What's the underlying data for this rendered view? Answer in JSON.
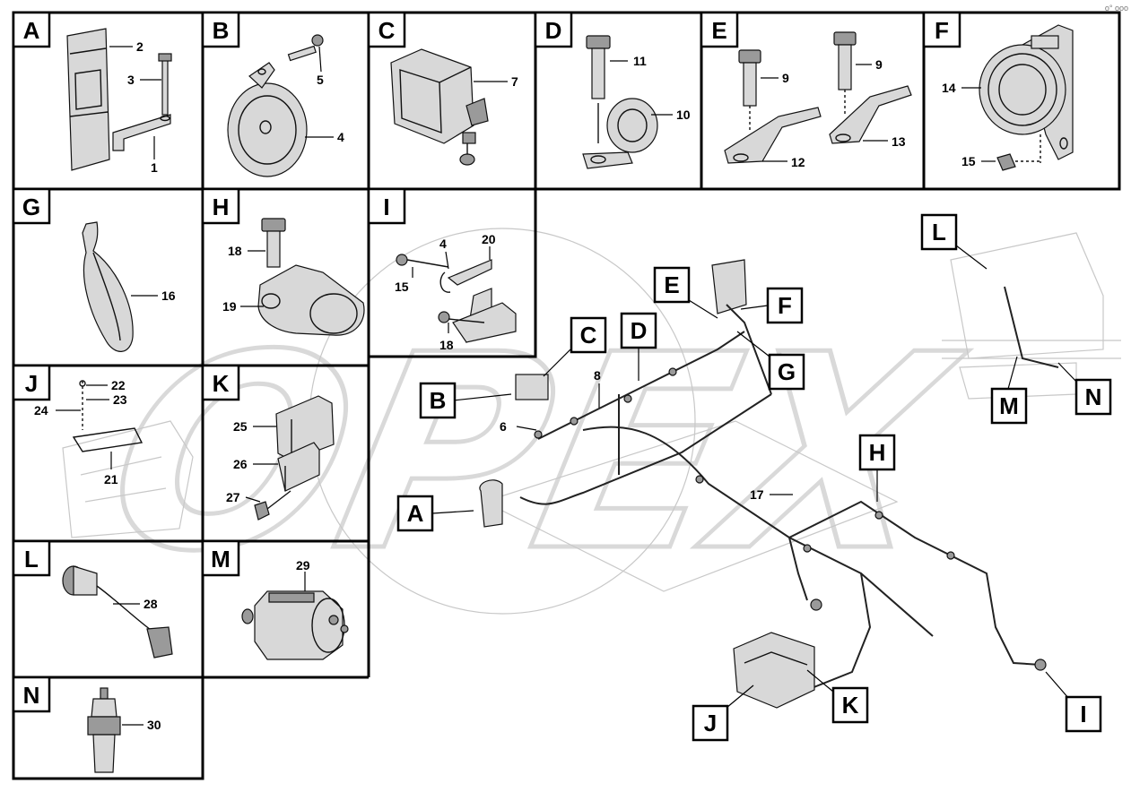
{
  "watermark": "OPEX",
  "corner_mark": "o° ooo",
  "panels": [
    {
      "letter": "A",
      "parts": [
        "2",
        "3",
        "1"
      ]
    },
    {
      "letter": "B",
      "parts": [
        "5",
        "4"
      ]
    },
    {
      "letter": "C",
      "parts": [
        "7"
      ]
    },
    {
      "letter": "D",
      "parts": [
        "11",
        "10"
      ]
    },
    {
      "letter": "E",
      "parts": [
        "9",
        "9",
        "12",
        "13"
      ]
    },
    {
      "letter": "F",
      "parts": [
        "14",
        "15"
      ]
    },
    {
      "letter": "G",
      "parts": [
        "16"
      ]
    },
    {
      "letter": "H",
      "parts": [
        "18",
        "19"
      ]
    },
    {
      "letter": "I",
      "parts": [
        "4",
        "20",
        "15",
        "18"
      ]
    },
    {
      "letter": "J",
      "parts": [
        "22",
        "23",
        "24",
        "21"
      ]
    },
    {
      "letter": "K",
      "parts": [
        "25",
        "26",
        "27"
      ]
    },
    {
      "letter": "L",
      "parts": [
        "28"
      ]
    },
    {
      "letter": "M",
      "parts": [
        "29"
      ]
    },
    {
      "letter": "N",
      "parts": [
        "30"
      ]
    }
  ],
  "overview": {
    "callouts": [
      "A",
      "B",
      "C",
      "D",
      "E",
      "F",
      "G",
      "H",
      "I",
      "J",
      "K",
      "L",
      "M",
      "N"
    ],
    "numbers": [
      "6",
      "8",
      "17"
    ]
  }
}
